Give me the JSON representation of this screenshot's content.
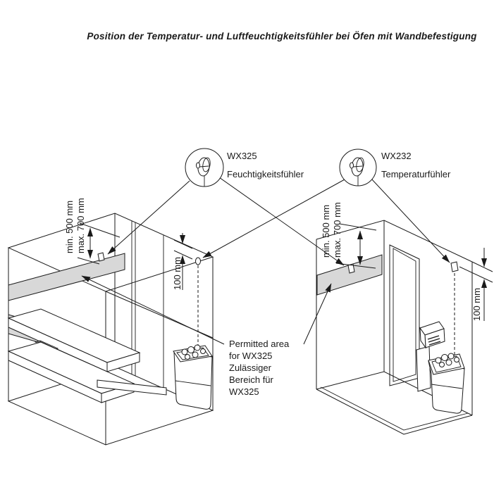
{
  "title": "Position der Temperatur- und Luftfeuchtigkeitsfühler bei Öfen mit Wandbefestigung",
  "callouts": {
    "humidity": {
      "model": "WX325",
      "label": "Feuchtigkeitsfühler"
    },
    "temperature": {
      "model": "WX232",
      "label": "Temperaturfühler"
    }
  },
  "dimensions": {
    "min_height": "min. 500 mm",
    "max_height": "max. 700 mm",
    "ceiling_offset": "100 mm"
  },
  "permitted_area": {
    "lines": [
      "Permitted area",
      "for WX325",
      "Zulässiger",
      "Bereich für",
      "WX325"
    ]
  },
  "colors": {
    "line": "#1a1a1a",
    "band": "#d8d8d8",
    "background": "#ffffff"
  }
}
